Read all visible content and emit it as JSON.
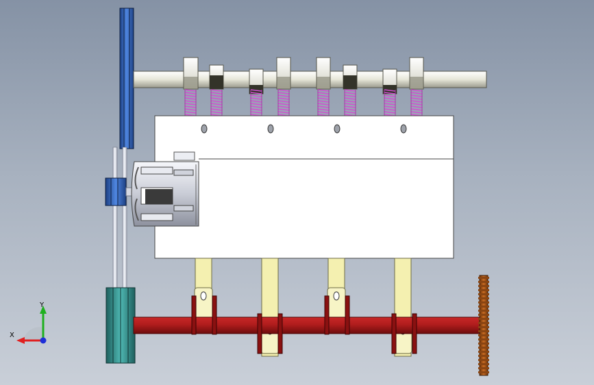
{
  "viewport": {
    "background_top": "#8592a5",
    "background_bottom": "#c9cfd8"
  },
  "model": {
    "valve_count": 8,
    "cylinder_count": 4
  },
  "colors": {
    "camshaft": "#e6e6d8",
    "cam_lobe": "#f1f1e6",
    "spring": "#d24fd2",
    "block": "#ffffff",
    "block_outline": "#444444",
    "connecting_rod": "#f4f0b0",
    "crankshaft": "#b01d1d",
    "crank_web": "#8a1111",
    "flywheel_gear": "#b35a1a",
    "upper_pulley": "#2f5fb4",
    "lower_pulley": "#2d8d8a",
    "axis_x": "#e02020",
    "axis_y": "#1fb01f",
    "axis_z": "#1d2fd8"
  },
  "triad": {
    "x_label": "X",
    "y_label": "Y",
    "icon": "coordinate-triad-icon"
  }
}
